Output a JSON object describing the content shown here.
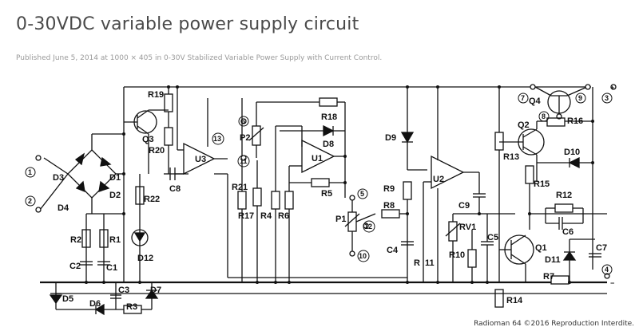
{
  "page": {
    "title": "0-30VDC variable power supply circuit",
    "meta": "Published June 5, 2014 at 1000 × 405 in 0-30V Stabilized Variable Power Supply with Current Control.",
    "credit": "Radioman 64 ©2016 Reproduction Interdite."
  },
  "schematic": {
    "components": {
      "R19": "R19",
      "R20": "R20",
      "R22": "R22",
      "R18": "R18",
      "R17": "R17",
      "R4": "R4",
      "R6": "R6",
      "R5": "R5",
      "R21": "R21",
      "R9": "R9",
      "R8": "R8",
      "R": "R",
      "R11": "11",
      "R10": "R10",
      "R13": "R13",
      "R15": "R15",
      "R16": "R16",
      "R12": "R12",
      "R14": "R14",
      "R7": "R7",
      "R2": "R2",
      "R1": "R1",
      "R3": "R3",
      "Q1": "Q1",
      "Q2": "Q2",
      "Q3": "Q3",
      "Q4": "Q4",
      "U1": "U1",
      "U2": "U2",
      "U3": "U3",
      "D1": "D1",
      "D2": "D2",
      "D3": "D3",
      "D4": "D4",
      "D5": "D5",
      "D6": "D6",
      "D7": "D7",
      "D8": "D8",
      "D9": "D9",
      "D10": "D10",
      "D11": "D11",
      "D12": "D12",
      "C1": "C1",
      "C2": "C2",
      "C3": "C3",
      "C4": "C4",
      "C5": "C5",
      "C6": "C6",
      "C7": "C7",
      "C8": "C8",
      "C9": "C9",
      "P1": "P1",
      "P2": "P2",
      "RV1": "RV1"
    },
    "terminals": {
      "t1": "1",
      "t2": "2",
      "t3": "3",
      "t4": "4",
      "t5": "5",
      "t6": "6",
      "t7": "7",
      "t8": "8",
      "t9": "9",
      "t10": "10",
      "t11": "11",
      "t12": "12",
      "t13": "13"
    },
    "plus_sign": "+",
    "minus_sign": "−"
  }
}
